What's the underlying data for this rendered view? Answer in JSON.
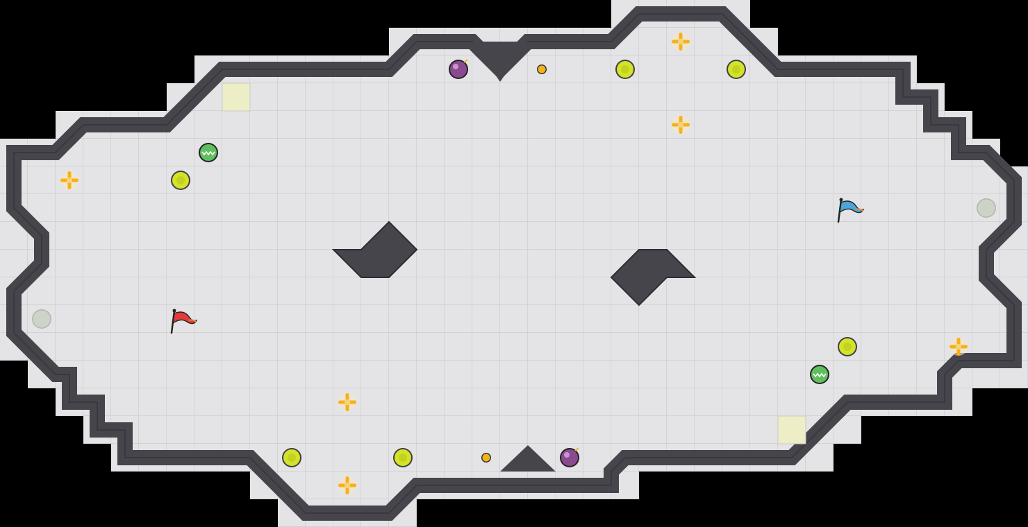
{
  "game": {
    "type": "capture-the-flag-map",
    "grid": {
      "columns": 37,
      "rows": 19
    },
    "colors": {
      "background": "#000000",
      "tile": "#e4e4e6",
      "tile_line": "#c9c9cd",
      "wall": "#45454b",
      "wall_edge": "#2c2c31",
      "spawn_tile": "#eeeec6",
      "boost": "#d4e22a",
      "powerup_purple": "#8a4a8f",
      "powerup_green": "#5fbf5f",
      "pellet": "#f4b21a",
      "spike_orange": "#f4b21a",
      "portal": "#cdd3c7",
      "red_flag": "#e33b3b",
      "blue_flag": "#4ea6d8"
    },
    "icons": {
      "boost": "circle-boost-icon",
      "powerup_bomb": "bomb-powerup-icon",
      "powerup_spike": "striped-powerup-icon",
      "pellet": "small-pellet-icon",
      "spike": "cross-spike-icon",
      "portal": "portal-icon",
      "flag_red": "red-flag-icon",
      "flag_blue": "blue-flag-icon"
    },
    "entities": {
      "red_flag": {
        "cell": [
          6,
          11
        ]
      },
      "blue_flag": {
        "cell": [
          30,
          7
        ]
      },
      "spawn_tiles": [
        [
          8,
          3
        ],
        [
          28,
          15
        ]
      ],
      "boosts": [
        [
          6,
          6
        ],
        [
          22,
          2
        ],
        [
          26,
          2
        ],
        [
          30,
          12
        ],
        [
          10,
          16
        ],
        [
          14,
          16
        ]
      ],
      "bomb_powerups": [
        [
          16,
          2
        ],
        [
          20,
          16
        ]
      ],
      "striped_powerups": [
        [
          7,
          5
        ],
        [
          29,
          13
        ]
      ],
      "pellets": [
        [
          19,
          2
        ],
        [
          17,
          16
        ]
      ],
      "spikes": [
        [
          24,
          1
        ],
        [
          24,
          4
        ],
        [
          2,
          6
        ],
        [
          34,
          12
        ],
        [
          12,
          14
        ],
        [
          12,
          17
        ]
      ],
      "portals": [
        [
          1,
          11
        ],
        [
          35,
          7
        ]
      ]
    }
  }
}
